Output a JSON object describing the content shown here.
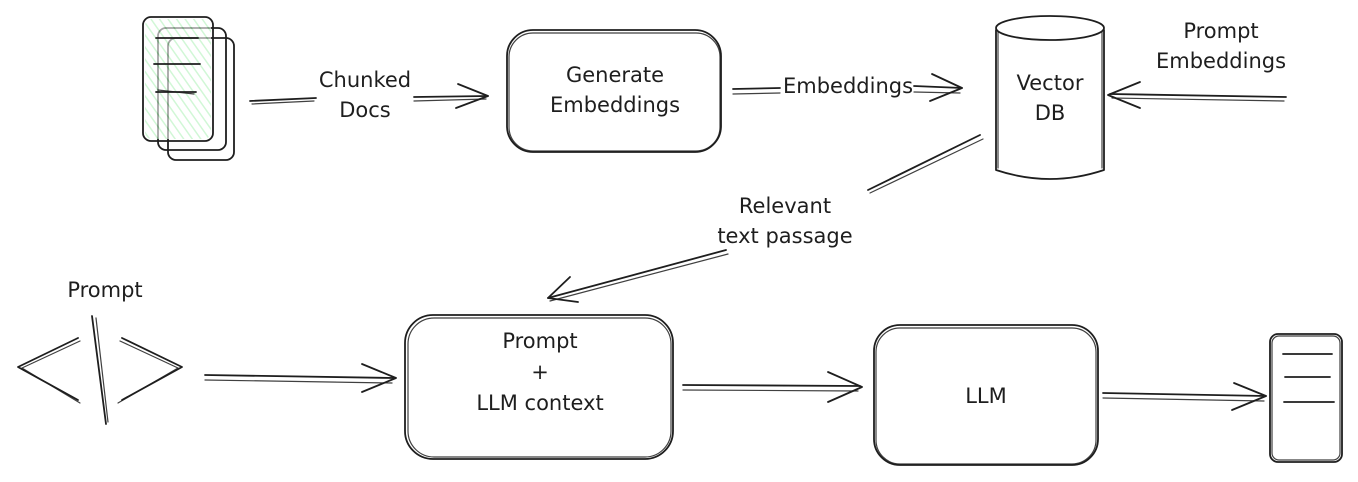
{
  "colors": {
    "green_fill": "#b2f2bb",
    "green_strong": "#8ce99a",
    "blue_fill": "#a5d8ff",
    "red_fill": "#ffc9c9",
    "stroke": "#1e1e1e"
  },
  "labels": {
    "chunked_docs": [
      "Chunked",
      "Docs"
    ],
    "generate_embeddings": [
      "Generate",
      "Embeddings"
    ],
    "embeddings": "Embeddings",
    "vector_db": [
      "Vector",
      "DB"
    ],
    "prompt_embeddings": [
      "Prompt",
      "Embeddings"
    ],
    "relevant_text_passage": [
      "Relevant",
      "text passage"
    ],
    "prompt": "Prompt",
    "prompt_llm_context": [
      "Prompt",
      "+",
      "LLM context"
    ],
    "llm": "LLM"
  },
  "icons": [
    "document-stack-icon",
    "code-brackets-icon",
    "output-document-icon",
    "cylinder-database-icon"
  ]
}
